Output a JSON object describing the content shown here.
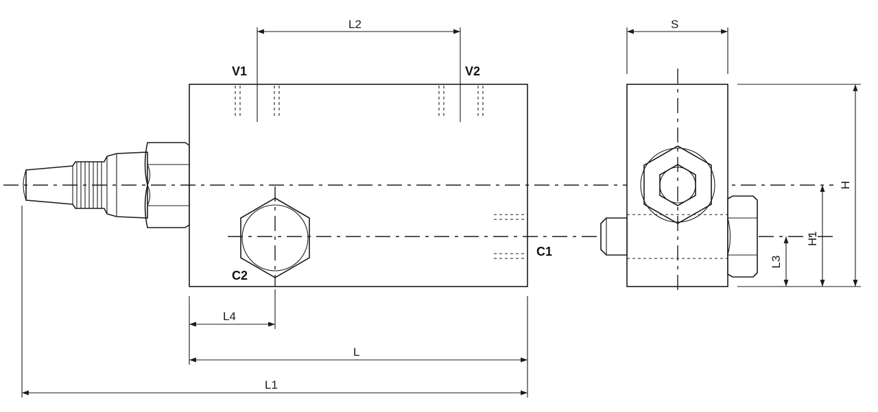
{
  "ports": {
    "v1": "V1",
    "v2": "V2",
    "c1": "C1",
    "c2": "C2"
  },
  "dimensions": {
    "l": "L",
    "l1": "L1",
    "l2": "L2",
    "l3": "L3",
    "l4": "L4",
    "h": "H",
    "h1": "H1",
    "s": "S"
  },
  "colors": {
    "line": "#1a1a1a",
    "background": "#ffffff"
  }
}
